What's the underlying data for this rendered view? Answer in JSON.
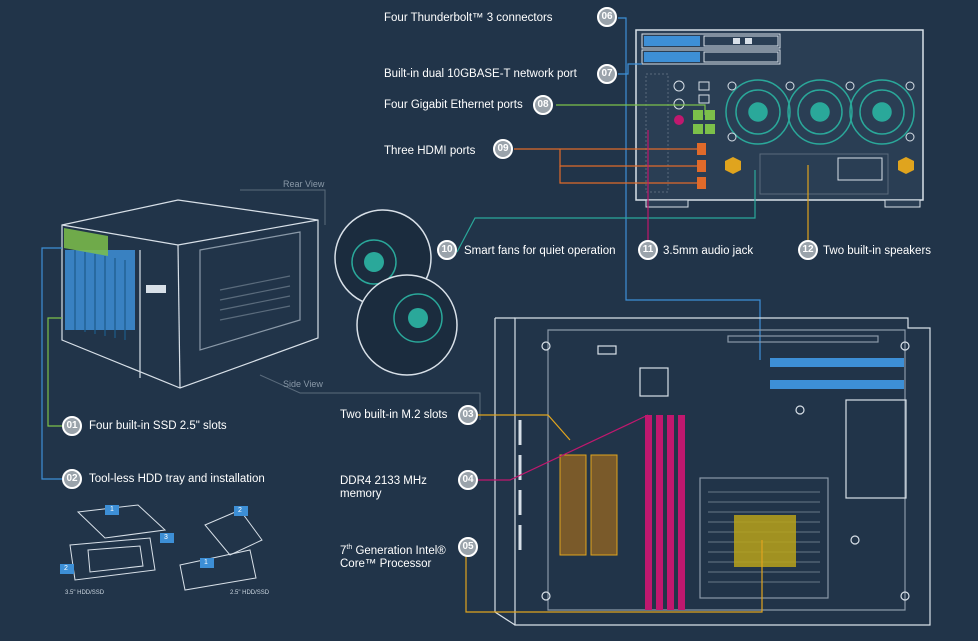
{
  "callouts": [
    {
      "num": "01",
      "text": "Four built-in SSD 2.5\" slots"
    },
    {
      "num": "02",
      "text": "Tool-less HDD tray and installation"
    },
    {
      "num": "03",
      "text": "Two built-in M.2 slots"
    },
    {
      "num": "04",
      "text": "DDR4 2133 MHz memory"
    },
    {
      "num": "05",
      "text_pre": "7",
      "text_sup": "th",
      "text_post": " Generation Intel® Core™ Processor"
    },
    {
      "num": "06",
      "text": "Four Thunderbolt™ 3 connectors"
    },
    {
      "num": "07",
      "text": "Built-in dual 10GBASE-T network port"
    },
    {
      "num": "08",
      "text": "Four Gigabit  Ethernet ports"
    },
    {
      "num": "09",
      "text": "Three HDMI ports"
    },
    {
      "num": "10",
      "text": "Smart fans for quiet operation"
    },
    {
      "num": "11",
      "text": "3.5mm audio jack"
    },
    {
      "num": "12",
      "text": "Two built-in speakers"
    }
  ],
  "views": {
    "rear": "Rear View",
    "side": "Side View"
  },
  "captions": {
    "hdd35": "3.5\" HDD/SSD",
    "hdd25": "2.5\" HDD/SSD"
  },
  "tray_steps": [
    "1",
    "2",
    "3",
    "1",
    "2"
  ],
  "colors": {
    "background": "#213449",
    "teal": "#2aa89a",
    "blue": "#3d8fd6",
    "green": "#7cc04a",
    "orange": "#e06a2a",
    "magenta": "#c0186e",
    "gold": "#e0a41e",
    "badge": "#9aa3ab"
  }
}
